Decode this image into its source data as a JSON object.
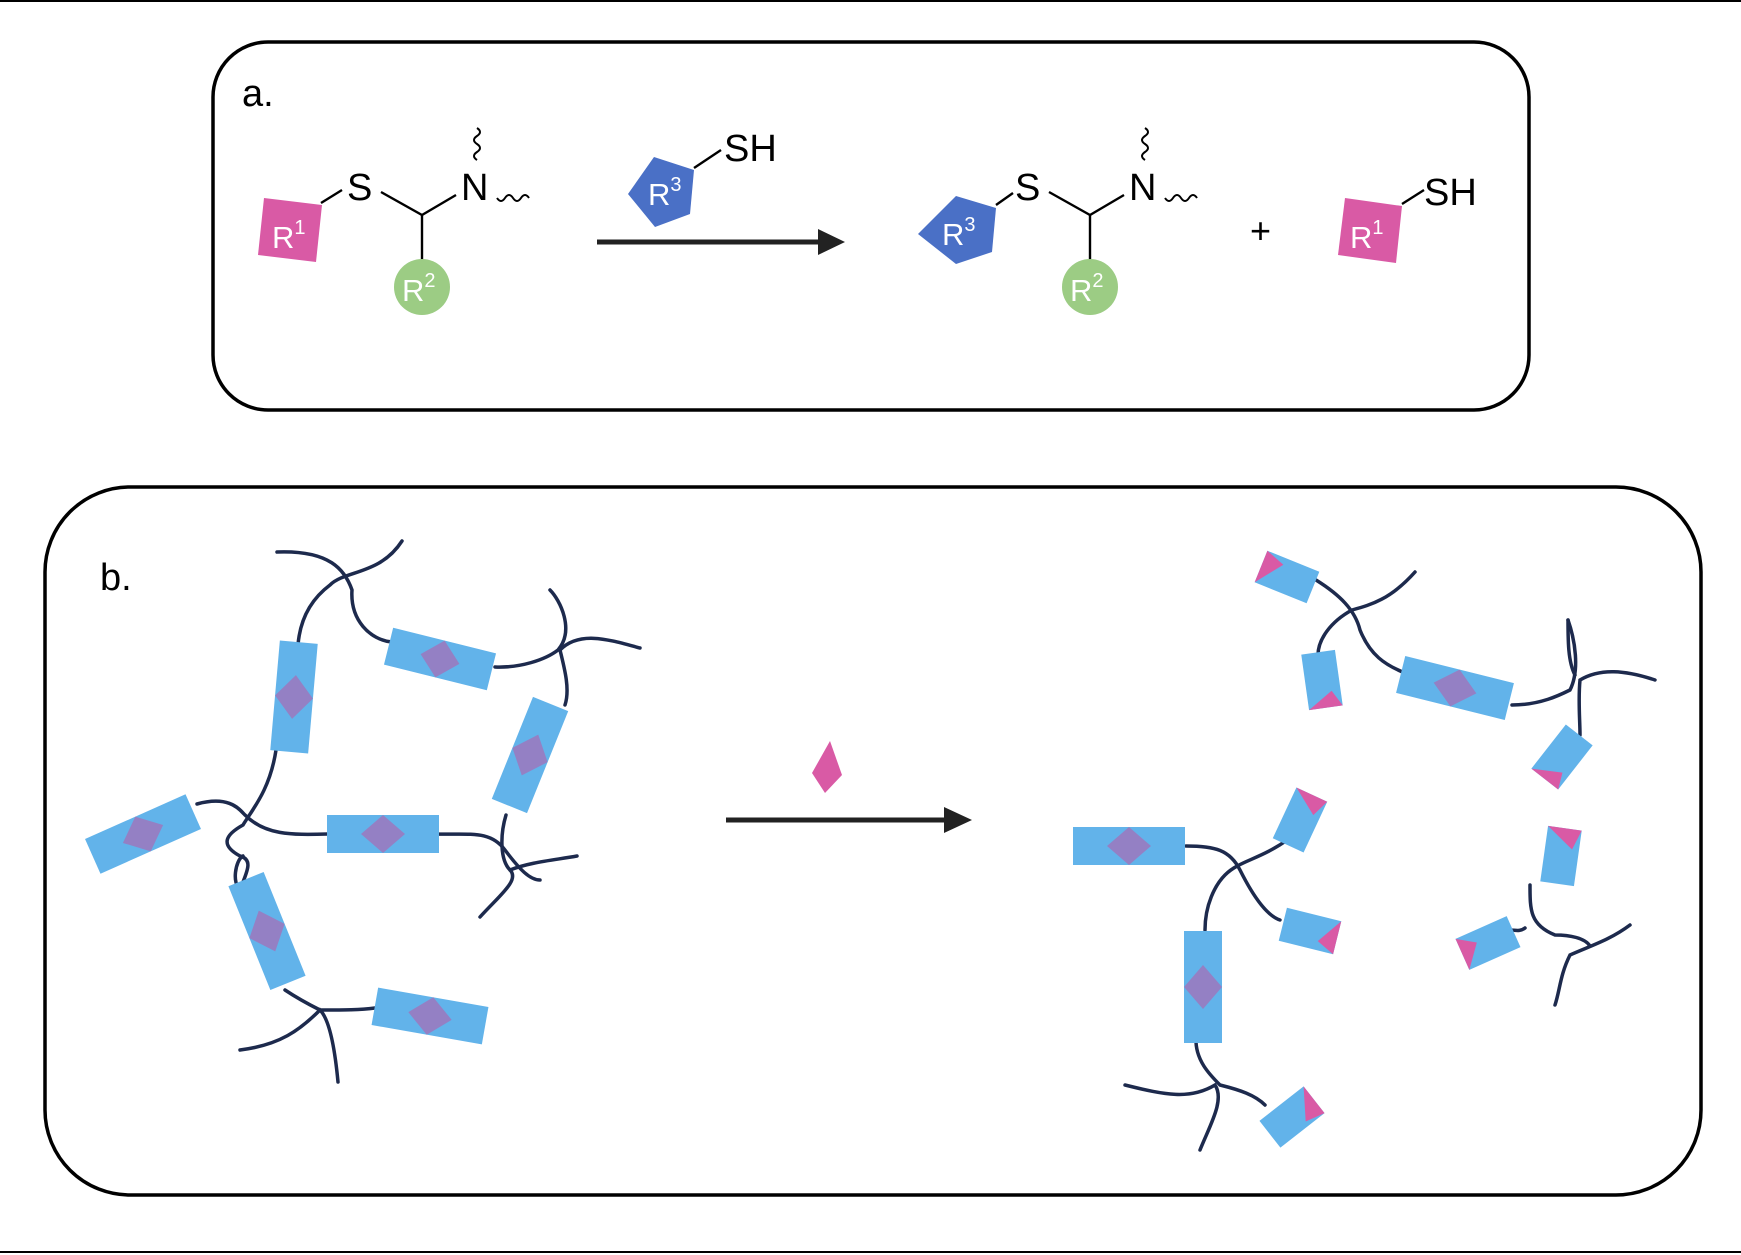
{
  "panels": {
    "a": {
      "label": "a."
    },
    "b": {
      "label": "b."
    }
  },
  "reaction": {
    "reactant": {
      "group1": "R",
      "group1_sup": "1",
      "sulfur": "S",
      "nitrogen": "N",
      "group2": "R",
      "group2_sup": "2"
    },
    "reagent": {
      "group3": "R",
      "group3_sup": "3",
      "thiol": "SH"
    },
    "product": {
      "group3": "R",
      "group3_sup": "3",
      "sulfur": "S",
      "nitrogen": "N",
      "group2": "R",
      "group2_sup": "2"
    },
    "plus": "+",
    "byproduct": {
      "group1": "R",
      "group1_sup": "1",
      "thiol": "SH"
    }
  },
  "colors": {
    "r1": "#d95aa5",
    "r2": "#9ccc84",
    "r3": "#4a70c6",
    "crosslink_block": "#62b3ea",
    "crosslink_core": "#9480c4",
    "polymer_chain": "#1d2a4d",
    "arrow": "#222222",
    "frame": "#000000"
  }
}
